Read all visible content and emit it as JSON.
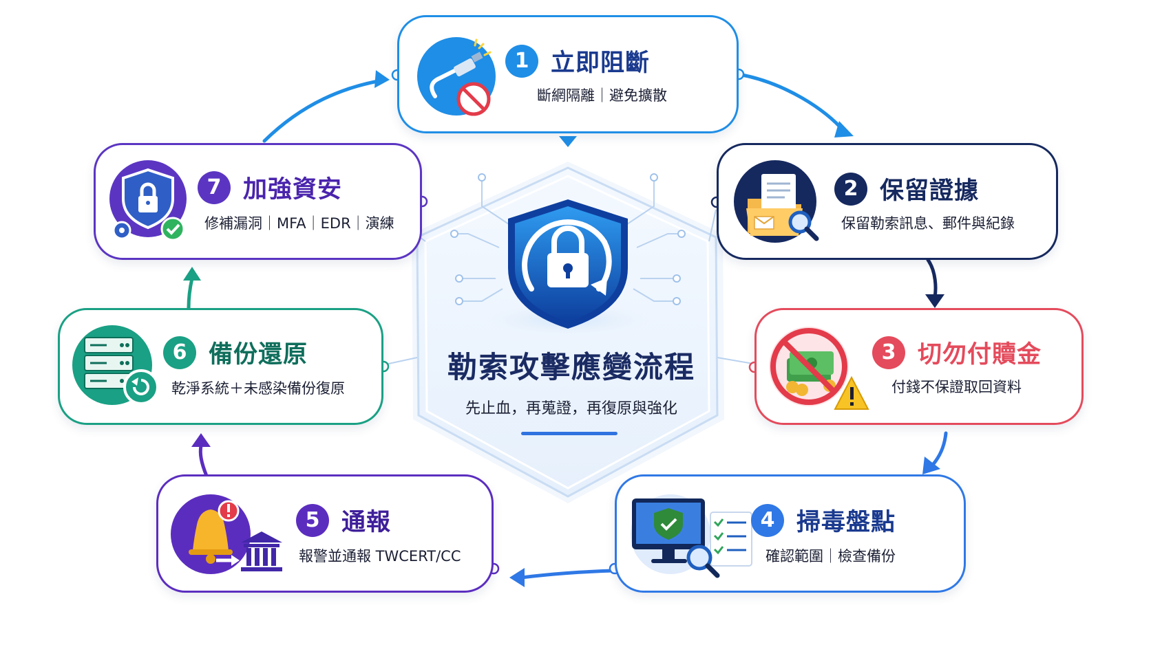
{
  "center": {
    "title": "勒索攻擊應變流程",
    "subtitle": "先止血，再蒐證，再復原與強化"
  },
  "colors": {
    "step1": "#1f8ee6",
    "step2": "#16295f",
    "step3": "#e44b5c",
    "step4": "#2f78e6",
    "step5": "#5b2dbf",
    "step6": "#1aa084",
    "step7": "#5b35c2"
  },
  "steps": [
    {
      "number": "1",
      "title": "立即阻斷",
      "desc": "斷網隔離｜避免擴散",
      "icon": "unplugged-cable-icon"
    },
    {
      "number": "2",
      "title": "保留證據",
      "desc": "保留勒索訊息、郵件與紀錄",
      "icon": "evidence-folder-icon"
    },
    {
      "number": "3",
      "title": "切勿付贖金",
      "desc": "付錢不保證取回資料",
      "icon": "no-ransom-money-icon"
    },
    {
      "number": "4",
      "title": "掃毒盤點",
      "desc": "確認範圍｜檢查備份",
      "icon": "malware-scan-icon"
    },
    {
      "number": "5",
      "title": "通報",
      "desc": "報警並通報 TWCERT/CC",
      "icon": "report-alert-icon"
    },
    {
      "number": "6",
      "title": "備份還原",
      "desc": "乾淨系統＋未感染備份復原",
      "icon": "backup-restore-icon"
    },
    {
      "number": "7",
      "title": "加強資安",
      "desc": "修補漏洞｜MFA｜EDR｜演練",
      "icon": "security-hardening-icon"
    }
  ]
}
